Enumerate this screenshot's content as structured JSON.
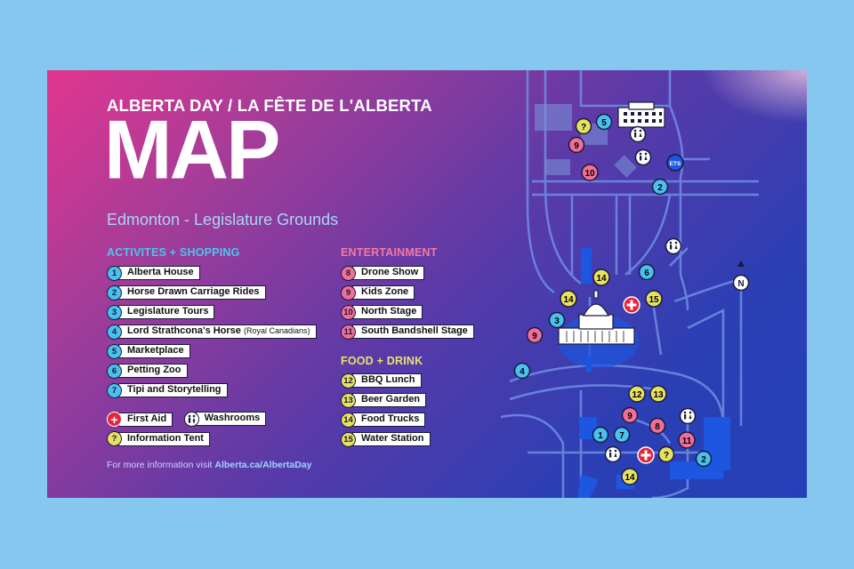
{
  "header": {
    "event_title": "ALBERTA DAY / LA FÊTE DE L'ALBERTA",
    "big_title": "MAP",
    "location": "Edmonton - Legislature Grounds"
  },
  "sections": {
    "activities": {
      "heading": "ACTIVITES + SHOPPING",
      "items": [
        {
          "num": "1",
          "label": "Alberta House",
          "note": ""
        },
        {
          "num": "2",
          "label": "Horse Drawn Carriage Rides",
          "note": ""
        },
        {
          "num": "3",
          "label": "Legislature Tours",
          "note": ""
        },
        {
          "num": "4",
          "label": "Lord Strathcona's Horse",
          "note": "(Royal Canadians)"
        },
        {
          "num": "5",
          "label": "Marketplace",
          "note": ""
        },
        {
          "num": "6",
          "label": "Petting Zoo",
          "note": ""
        },
        {
          "num": "7",
          "label": "Tipi and Storytelling",
          "note": ""
        }
      ]
    },
    "entertainment": {
      "heading": "ENTERTAINMENT",
      "items": [
        {
          "num": "8",
          "label": "Drone Show"
        },
        {
          "num": "9",
          "label": "Kids Zone"
        },
        {
          "num": "10",
          "label": "North Stage"
        },
        {
          "num": "11",
          "label": "South Bandshell Stage"
        }
      ]
    },
    "food": {
      "heading": "FOOD + DRINK",
      "items": [
        {
          "num": "12",
          "label": "BBQ Lunch"
        },
        {
          "num": "13",
          "label": "Beer Garden"
        },
        {
          "num": "14",
          "label": "Food Trucks"
        },
        {
          "num": "15",
          "label": "Water Station"
        }
      ]
    },
    "amenities": {
      "first_aid_symbol": "+",
      "first_aid": "First Aid",
      "washrooms": "Washrooms",
      "info_symbol": "?",
      "info": "Information Tent"
    }
  },
  "footer": {
    "more_info_text": "For more information visit",
    "more_info_link": "Alberta.ca/AlbertaDay"
  },
  "map": {
    "north_label": "N",
    "ets_label": "ETS"
  },
  "colors": {
    "activities": "#49c1ef",
    "entertainment": "#f06e98",
    "food": "#e6e15f",
    "first_aid": "#e3263c"
  }
}
